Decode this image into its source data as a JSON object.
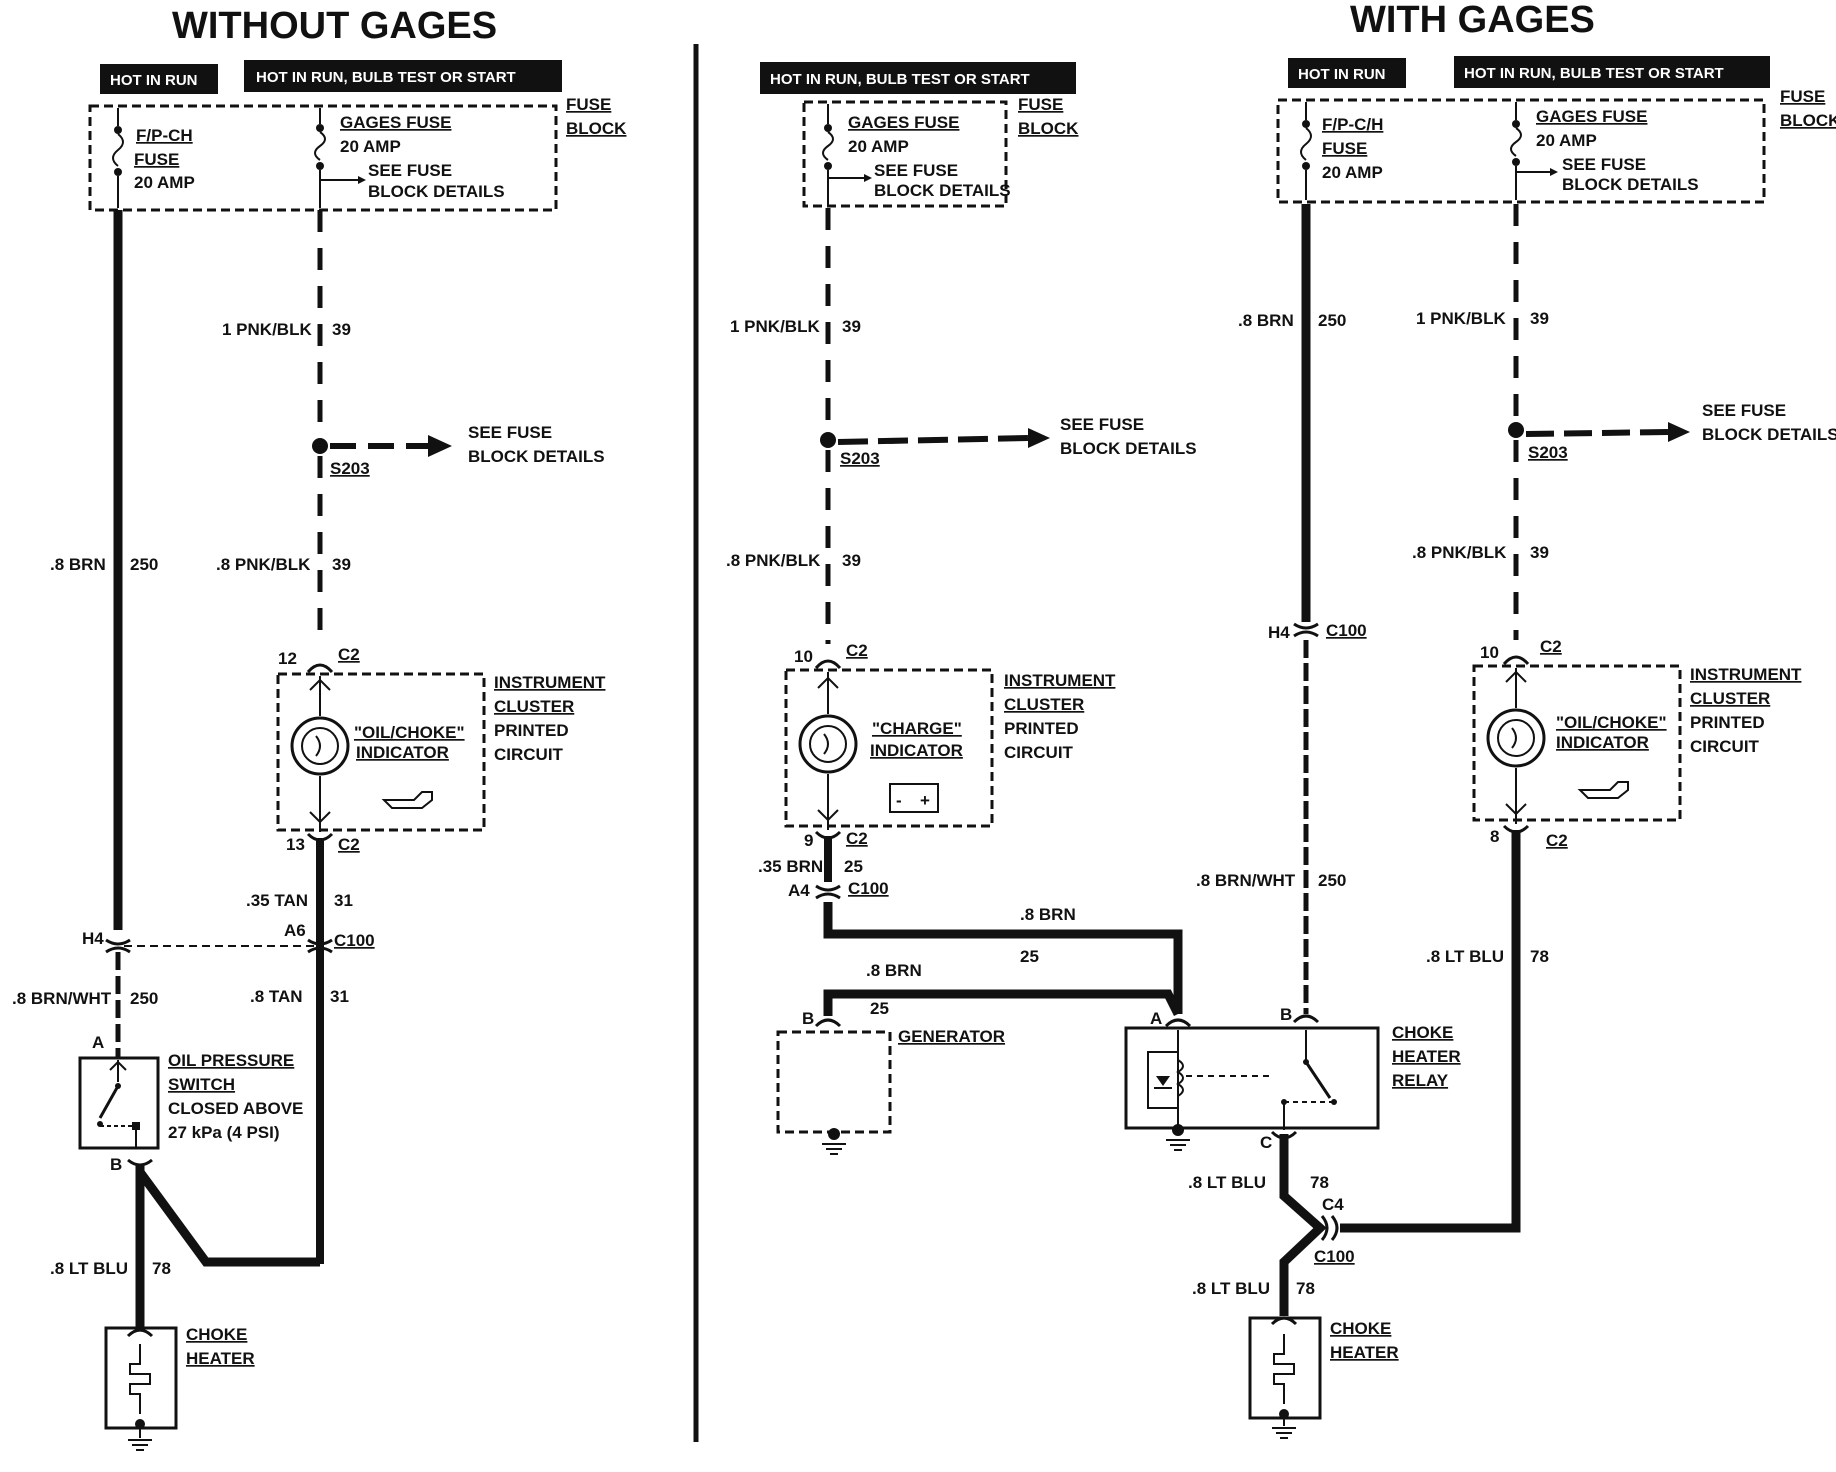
{
  "left": {
    "title": "WITHOUT GAGES",
    "hot_in_run": "HOT IN RUN",
    "hot_in_run_bulb": "HOT IN RUN, BULB TEST OR START",
    "fuse_block": [
      "FUSE",
      "BLOCK"
    ],
    "fpch_fuse": [
      "F/P-CH",
      "FUSE",
      "20 AMP"
    ],
    "gages_fuse": [
      "GAGES FUSE",
      "20 AMP",
      "SEE FUSE",
      "BLOCK DETAILS"
    ],
    "wire_pnk_blk_1": {
      "size": "1 PNK/BLK",
      "circuit": "39"
    },
    "splice": "S203",
    "see_fuse_details": [
      "SEE FUSE",
      "BLOCK DETAILS"
    ],
    "wire_brn": {
      "size": ".8 BRN",
      "circuit": "250"
    },
    "wire_pnk_blk_8": {
      "size": ".8 PNK/BLK",
      "circuit": "39"
    },
    "c2_top": {
      "pin": "12",
      "conn": "C2"
    },
    "cluster": [
      "INSTRUMENT",
      "CLUSTER",
      "PRINTED",
      "CIRCUIT"
    ],
    "indicator": [
      "\"OIL/CHOKE\"",
      "INDICATOR"
    ],
    "c2_bottom": {
      "pin": "13",
      "conn": "C2"
    },
    "wire_tan_35": {
      "size": ".35 TAN",
      "circuit": "31"
    },
    "c100": {
      "pin_left": "H4",
      "pin_right": "A6",
      "conn": "C100"
    },
    "wire_brn_wht": {
      "size": ".8 BRN/WHT",
      "circuit": "250"
    },
    "wire_tan_8": {
      "size": ".8 TAN",
      "circuit": "31"
    },
    "switch_pin_a": "A",
    "switch_pin_b": "B",
    "oil_switch": [
      "OIL PRESSURE",
      "SWITCH",
      "CLOSED ABOVE",
      "27 kPa (4 PSI)"
    ],
    "wire_lt_blu": {
      "size": ".8 LT BLU",
      "circuit": "78"
    },
    "choke_heater": [
      "CHOKE",
      "HEATER"
    ]
  },
  "right": {
    "title": "WITH GAGES",
    "hot_in_run": "HOT IN RUN",
    "hot_in_run_bulb": "HOT IN RUN, BULB TEST OR START",
    "fuse_block": [
      "FUSE",
      "BLOCK"
    ],
    "fpch_fuse": [
      "F/P-C/H",
      "FUSE",
      "20 AMP"
    ],
    "gages_fuse": [
      "GAGES FUSE",
      "20 AMP",
      "SEE FUSE",
      "BLOCK DETAILS"
    ],
    "wire_brn": {
      "size": ".8 BRN",
      "circuit": "250"
    },
    "wire_pnk_blk_1": {
      "size": "1 PNK/BLK",
      "circuit": "39"
    },
    "splice": "S203",
    "see_fuse_details": [
      "SEE FUSE",
      "BLOCK DETAILS"
    ],
    "wire_pnk_blk_8": {
      "size": ".8 PNK/BLK",
      "circuit": "39"
    },
    "c100_h4": {
      "pin": "H4",
      "conn": "C100"
    },
    "c2_top": {
      "pin": "10",
      "conn": "C2"
    },
    "cluster": [
      "INSTRUMENT",
      "CLUSTER",
      "PRINTED",
      "CIRCUIT"
    ],
    "indicator": [
      "\"OIL/CHOKE\"",
      "INDICATOR"
    ],
    "c2_bottom": {
      "pin": "8",
      "conn": "C2"
    },
    "wire_brn_wht": {
      "size": ".8 BRN/WHT",
      "circuit": "250"
    },
    "wire_lt_blu_gage": {
      "size": ".8 LT BLU",
      "circuit": "78"
    },
    "relay_pin_b": "B",
    "relay": [
      "CHOKE",
      "HEATER",
      "RELAY"
    ],
    "relay_pin_c": "C",
    "wire_lt_blu_c": {
      "size": ".8 LT BLU",
      "circuit": "78"
    },
    "c4": {
      "pin": "C4",
      "conn": "C100"
    },
    "wire_lt_blu_heater": {
      "size": ".8 LT BLU",
      "circuit": "78"
    },
    "choke_heater": [
      "CHOKE",
      "HEATER"
    ]
  },
  "middle": {
    "hot_in_run_bulb": "HOT IN RUN, BULB TEST OR START",
    "fuse_block": [
      "FUSE",
      "BLOCK"
    ],
    "gages_fuse": [
      "GAGES FUSE",
      "20 AMP",
      "SEE FUSE",
      "BLOCK DETAILS"
    ],
    "wire_pnk_blk_1": {
      "size": "1 PNK/BLK",
      "circuit": "39"
    },
    "splice": "S203",
    "see_fuse_details": [
      "SEE FUSE",
      "BLOCK DETAILS"
    ],
    "wire_pnk_blk_8": {
      "size": ".8 PNK/BLK",
      "circuit": "39"
    },
    "c2_top": {
      "pin": "10",
      "conn": "C2"
    },
    "cluster": [
      "INSTRUMENT",
      "CLUSTER",
      "PRINTED",
      "CIRCUIT"
    ],
    "indicator": [
      "\"CHARGE\"",
      "INDICATOR"
    ],
    "c2_bottom": {
      "pin": "9",
      "conn": "C2"
    },
    "wire_brn_35": {
      "size": ".35 BRN",
      "circuit": "25"
    },
    "c100": {
      "pin": "A4",
      "conn": "C100"
    },
    "wire_brn_top": {
      "size": ".8 BRN",
      "circuit": "25"
    },
    "wire_brn_gen": {
      "size": ".8 BRN",
      "circuit": "25"
    },
    "gen_pin": "B",
    "relay_pin_a": "A",
    "generator": "GENERATOR"
  }
}
